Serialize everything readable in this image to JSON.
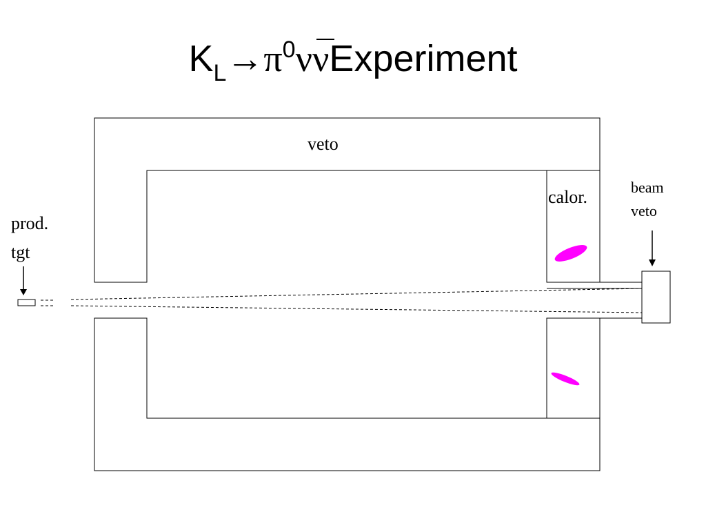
{
  "title": {
    "k": "K",
    "sub_l": "L",
    "arrow": "→",
    "pi": "π",
    "sup_0": "0",
    "nu": "ν",
    "nu_bar": "ν",
    "word": "Experiment"
  },
  "labels": {
    "veto": "veto",
    "calor": "calor.",
    "beam_veto_line1": "beam",
    "beam_veto_line2": "veto",
    "prod_tgt_line1": "prod.",
    "prod_tgt_line2": "tgt"
  },
  "colors": {
    "gamma_cluster": "#ff00ff",
    "outline": "#000000"
  }
}
